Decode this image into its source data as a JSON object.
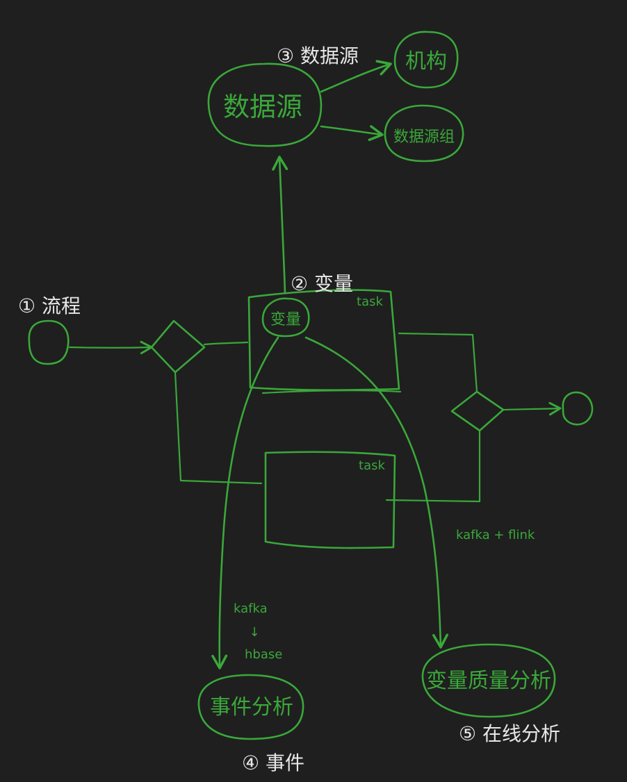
{
  "annotations": {
    "process": "① 流程",
    "variable": "② 变量",
    "datasource": "③ 数据源",
    "event": "④ 事件",
    "online_analysis": "⑤ 在线分析"
  },
  "nodes": {
    "datasource": "数据源",
    "institution": "机构",
    "datasource_group": "数据源组",
    "variable": "变量",
    "task1": "task",
    "task2": "task",
    "event_analysis": "事件分析",
    "variable_quality_analysis": "变量质量分析"
  },
  "labels": {
    "kafka": "kafka",
    "arrow": "↓",
    "hbase": "hbase",
    "kafka_flink": "kafka + flink"
  },
  "colors": {
    "background": "#1f1f1f",
    "ink_green": "#3aa83a",
    "ink_white": "#e8e8e8"
  }
}
